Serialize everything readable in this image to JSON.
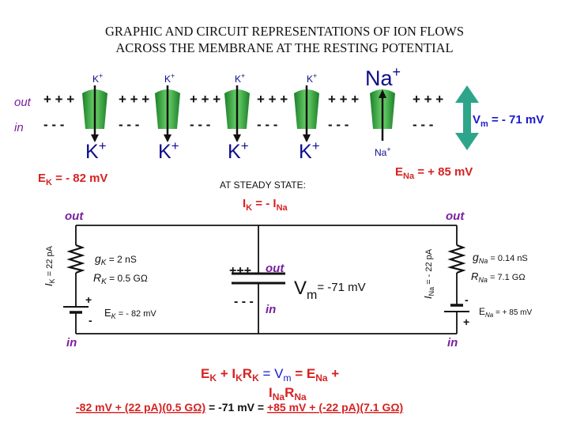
{
  "title_line1": "GRAPHIC AND CIRCUIT REPRESENTATIONS OF ION FLOWS",
  "title_line2": "ACROSS THE MEMBRANE AT THE RESTING POTENTIAL",
  "membrane": {
    "out_label": "out",
    "in_label": "in",
    "plus_signs": "+ + +",
    "minus_signs": "- - -",
    "k_top": "K",
    "k_bottom": "K",
    "plus_sup": "+",
    "na_top": "Na",
    "na_bottom": "Na",
    "vm_label": "V",
    "vm_sub": "m",
    "vm_value": " = - 71 mV"
  },
  "ek": {
    "prefix": "E",
    "sub": "K",
    "value": " = - 82 mV"
  },
  "ena": {
    "prefix": "E",
    "sub": "Na",
    "value": " = + 85 mV"
  },
  "steady_state": "AT STEADY STATE:",
  "ik_relation": {
    "a": "I",
    "a_sub": "K",
    "mid": " = - I",
    "b_sub": "Na"
  },
  "circuit": {
    "out": "out",
    "in": "in",
    "ik_current": "Iₖ = 22 pA",
    "ik_i": "I",
    "ik_sub": "K",
    "ik_val": " = 22 pA",
    "gk": "g",
    "gk_sub": "K",
    "gk_val": " = 2 nS",
    "rk": "R",
    "rk_sub": "K",
    "rk_val": " = 0.5 GΩ",
    "ek_small": "E",
    "ek_small_sub": "K",
    "ek_small_val": " = - 82 mV",
    "cap_plus": "+++",
    "cap_minus": "- - -",
    "vm_big": "V",
    "vm_big_sub": "m",
    "vm_big_val": "= -71 mV",
    "ina_i": "I",
    "ina_sub": "Na",
    "ina_val": " = - 22 pA",
    "gna": "g",
    "gna_sub": "Na",
    "gna_val": " = 0.14 nS",
    "rna": "R",
    "rna_sub": "Na",
    "rna_val": " = 7.1 GΩ",
    "ena_small": "E",
    "ena_small_sub": "Na",
    "ena_small_val": " = + 85 mV",
    "bat_plus": "+",
    "bat_minus": "-"
  },
  "equation1": {
    "a": "E",
    "a_sub": "K",
    "b": " + I",
    "b_sub": "K",
    "c": "R",
    "c_sub": "K",
    "d": " = V",
    "d_sub": "m",
    "e": " = E",
    "e_sub": "Na",
    "f": " +",
    "g": "I",
    "g_sub": "Na",
    "h": "R",
    "h_sub": "Na"
  },
  "equation2": {
    "left": "-82 mV + (22 pA)(0.5 GΩ)",
    "mid": " = -71 mV = ",
    "right": "+85 mV + (-22 pA)(7.1 GΩ)"
  },
  "colors": {
    "green_channel": "#2e9a3a",
    "arrow_teal": "#2ea58a",
    "red_text": "#d62222",
    "blue_text": "#1a1ad0",
    "purple_text": "#7a1fa0",
    "ion_text": "#0d0d8a"
  }
}
